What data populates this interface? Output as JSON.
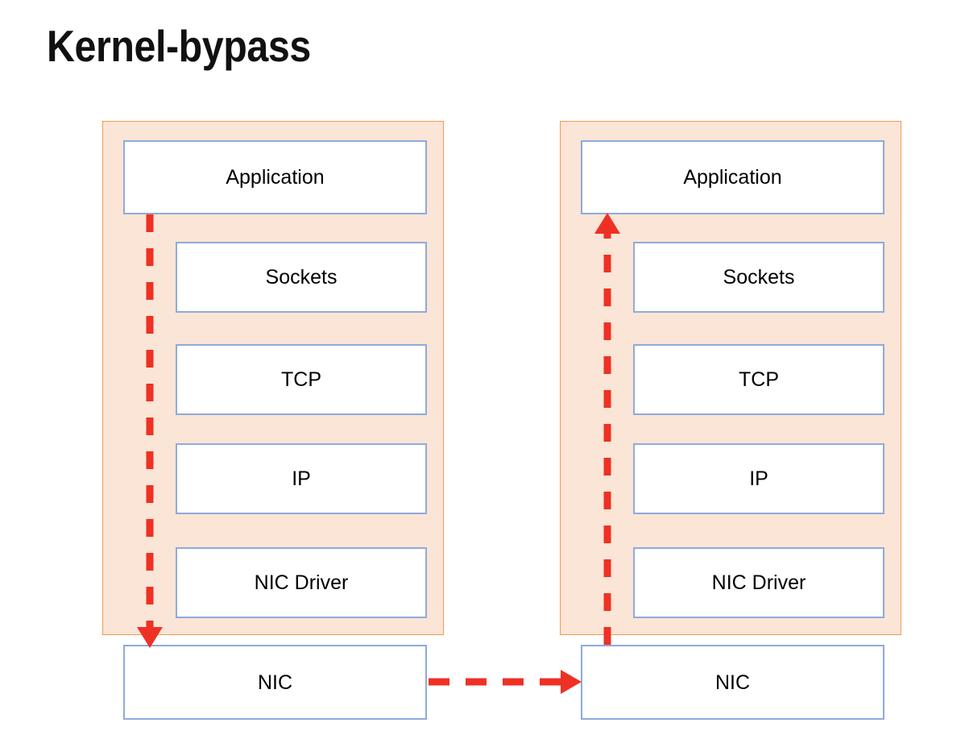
{
  "slide": {
    "title": "Kernel-bypass",
    "background_color": "#FFFFFF"
  },
  "colors": {
    "kernel_panel_fill": "#FBE5D6",
    "kernel_panel_border": "#ED9B54",
    "box_fill": "#FFFFFF",
    "box_border": "#8FAADC",
    "arrow": "#EE3124",
    "text": "#000000"
  },
  "diagram": {
    "type": "block-diagram",
    "description": "Two identical network stacks side by side; the left stack shows an application writing directly to the NIC, bypassing the kernel network stack, and the right stack shows the NIC delivering directly up to the application.",
    "stacks": [
      {
        "id": "left-stack",
        "name": "sender-stack",
        "application": {
          "label": "Application"
        },
        "kernel_layers": [
          {
            "label": "Sockets"
          },
          {
            "label": "TCP"
          },
          {
            "label": "IP"
          },
          {
            "label": "NIC Driver"
          }
        ],
        "nic": {
          "label": "NIC"
        },
        "bypass_arrow": {
          "name": "bypass-arrow-down",
          "direction": "down",
          "style": "dashed",
          "color": "#EE3124",
          "from": "Application",
          "to": "NIC"
        }
      },
      {
        "id": "right-stack",
        "name": "receiver-stack",
        "application": {
          "label": "Application"
        },
        "kernel_layers": [
          {
            "label": "Sockets"
          },
          {
            "label": "TCP"
          },
          {
            "label": "IP"
          },
          {
            "label": "NIC Driver"
          }
        ],
        "nic": {
          "label": "NIC"
        },
        "bypass_arrow": {
          "name": "bypass-arrow-up",
          "direction": "up",
          "style": "dashed",
          "color": "#EE3124",
          "from": "NIC",
          "to": "Application"
        }
      }
    ],
    "link_arrow": {
      "name": "nic-to-nic-arrow",
      "direction": "right",
      "style": "dashed",
      "color": "#EE3124",
      "from": "NIC",
      "to": "NIC"
    }
  }
}
